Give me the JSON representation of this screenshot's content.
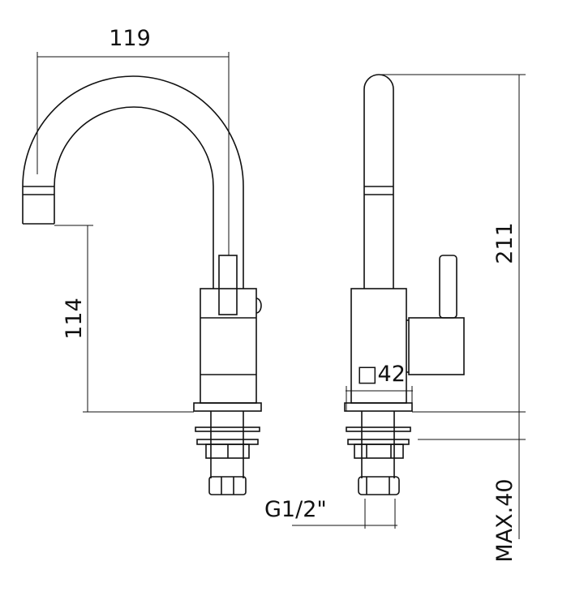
{
  "title": "Faucet technical drawing",
  "dimensions": {
    "spout_reach": "119",
    "spout_height": "114",
    "total_height": "211",
    "body_square": "□42",
    "connection": "G1/2\"",
    "max_thickness": "MAX.40"
  }
}
